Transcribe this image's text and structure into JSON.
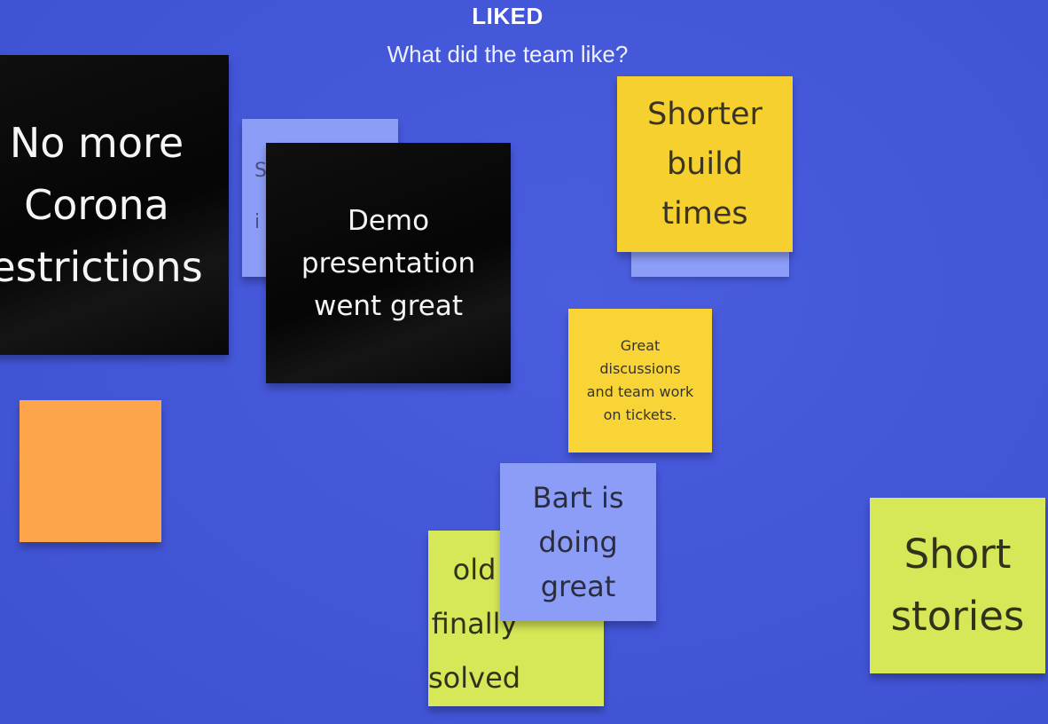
{
  "header": {
    "title": "LIKED",
    "subtitle": "What did the team like?"
  },
  "notes": [
    {
      "id": "corona",
      "color": "#0b0b0b",
      "text": "No more\nCorona\nestrictions"
    },
    {
      "id": "blue-hidden",
      "color": "#8c9df7",
      "text": "S\ni"
    },
    {
      "id": "demo",
      "color": "#0b0b0b",
      "text": "Demo\npresentation\nwent great"
    },
    {
      "id": "build",
      "color": "#f6d02e",
      "text": "Shorter\nbuild\ntimes"
    },
    {
      "id": "discussions",
      "color": "#f8d436",
      "text": "Great\ndiscussions\nand team work\non tickets."
    },
    {
      "id": "orange",
      "color": "#fca54a",
      "text": ""
    },
    {
      "id": "old",
      "color": "#d6e857",
      "text": "old\nfinally\nsolved"
    },
    {
      "id": "bart",
      "color": "#8c9df7",
      "text": "Bart is\ndoing\ngreat"
    },
    {
      "id": "short",
      "color": "#d6e857",
      "text": "Short\nstories"
    }
  ],
  "colors": {
    "board_background": "#4356d8"
  }
}
